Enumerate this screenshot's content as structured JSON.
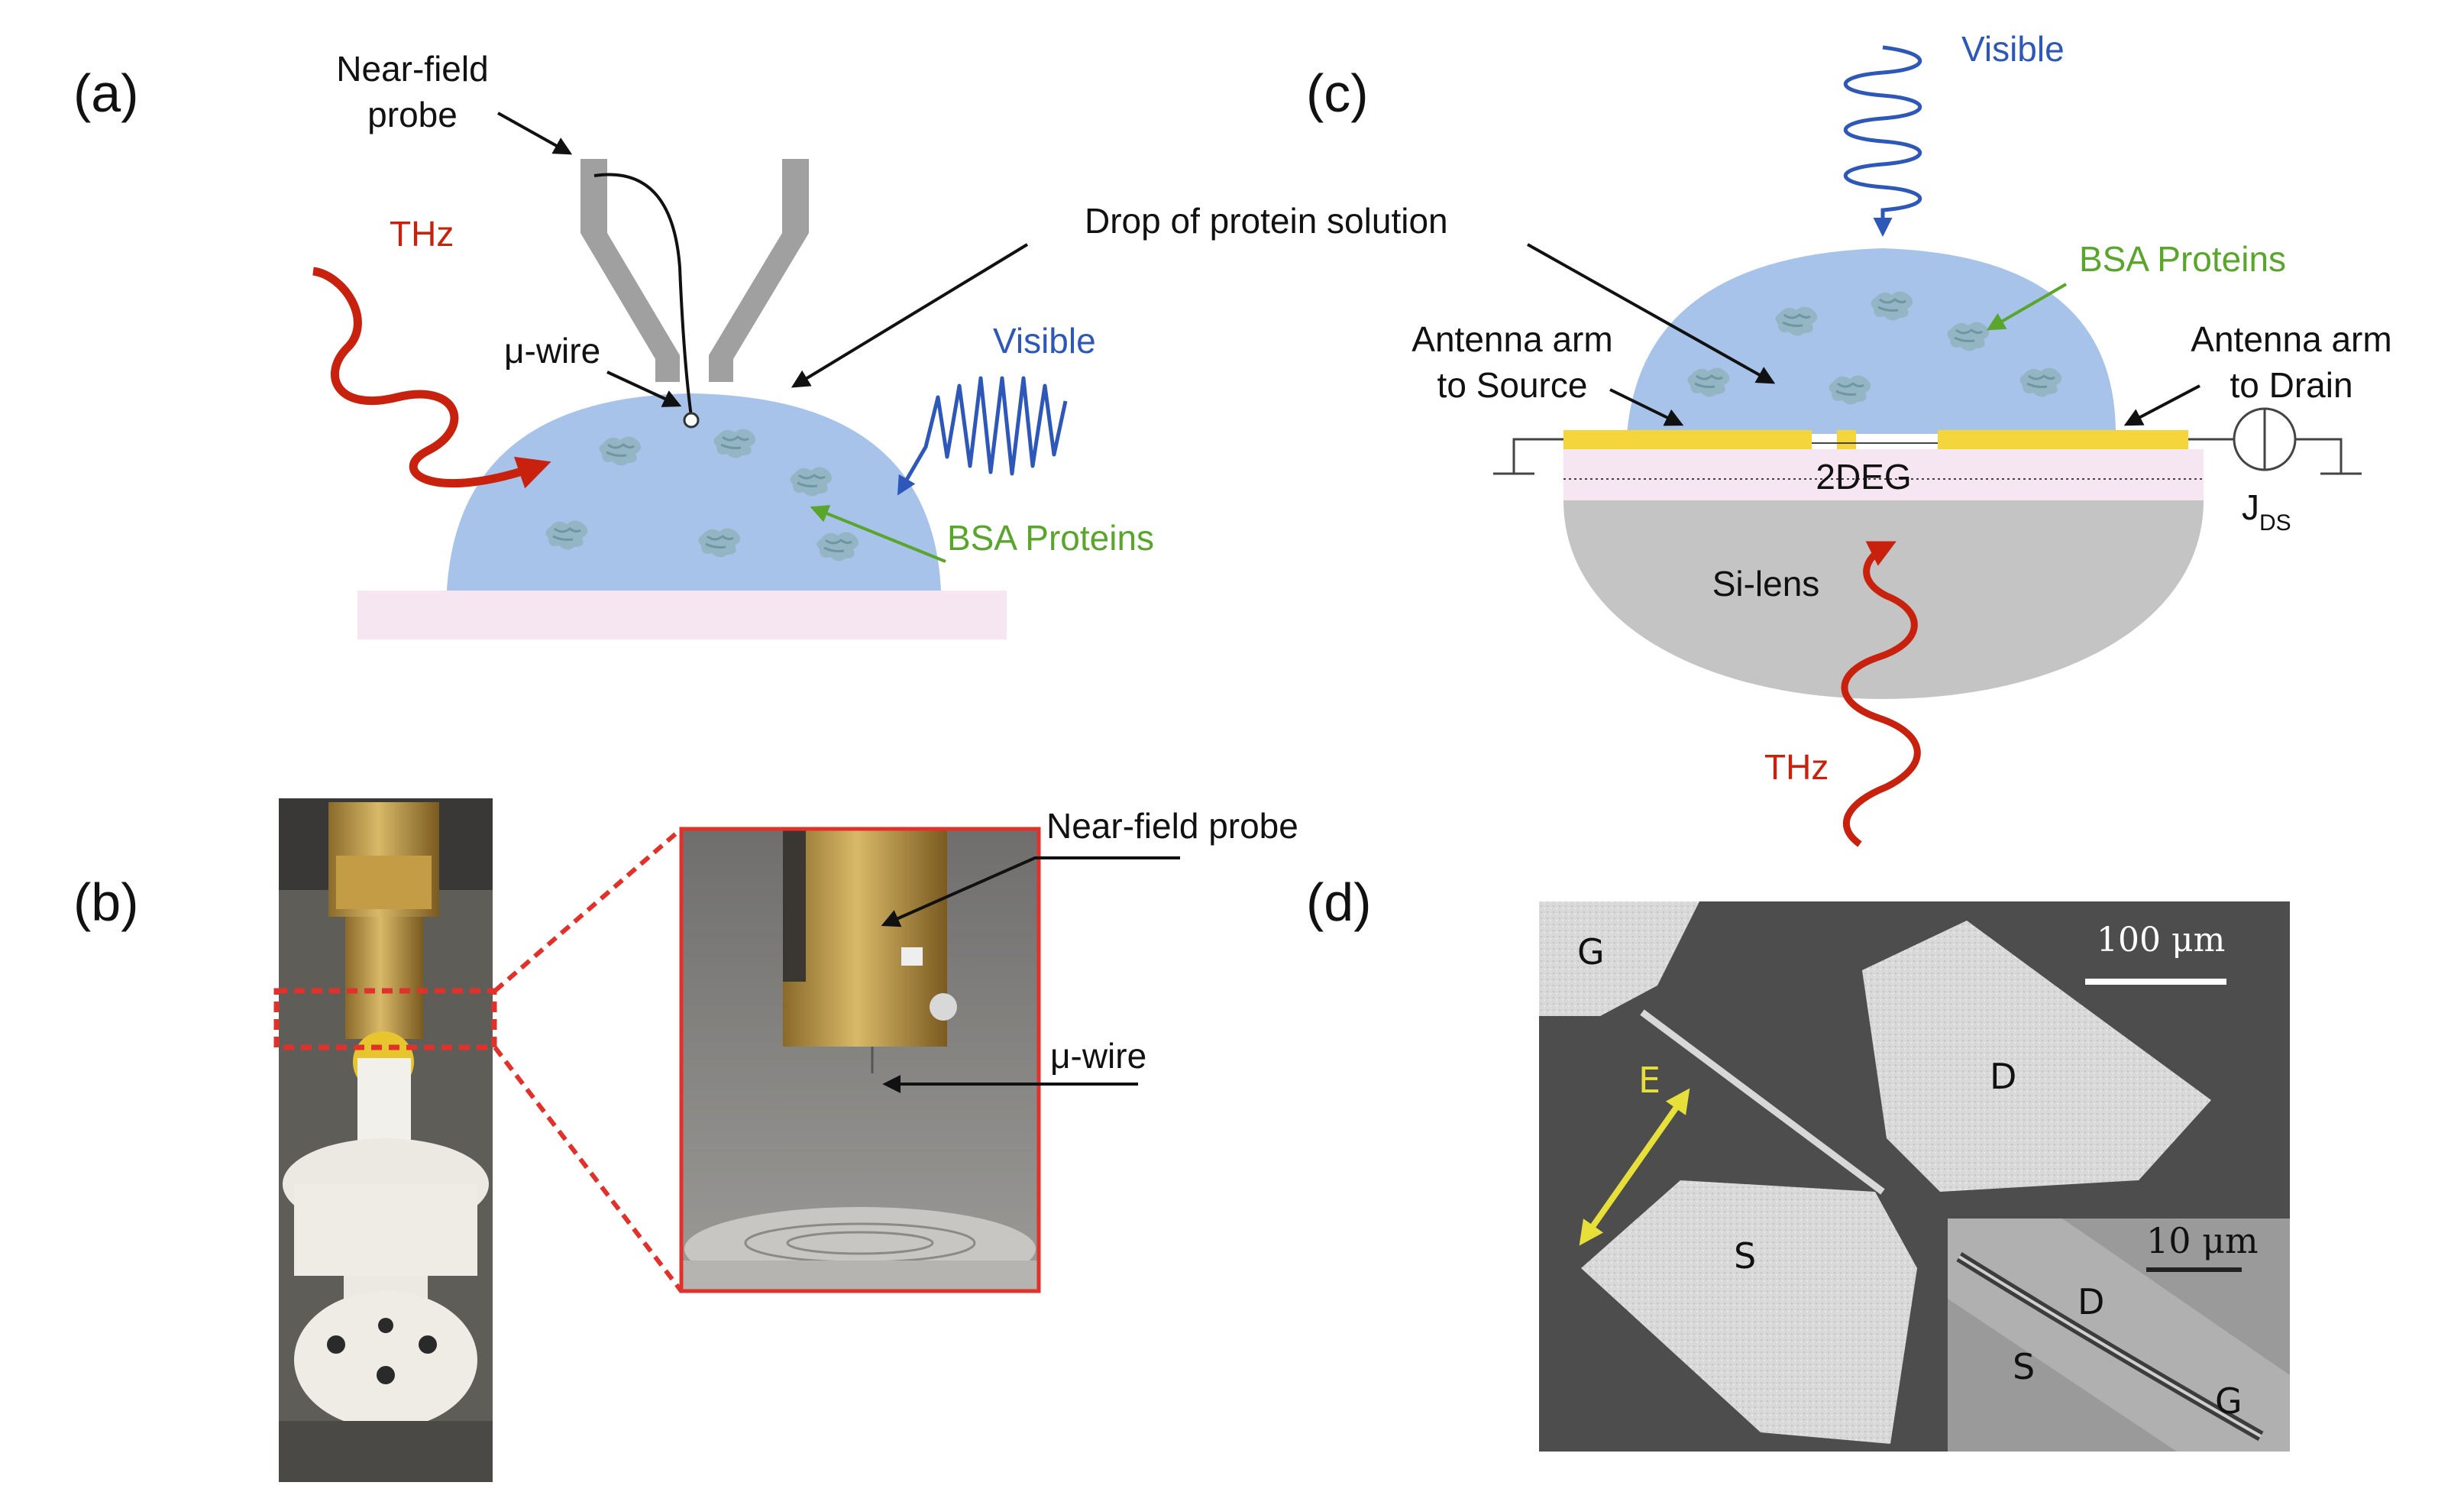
{
  "panels": {
    "a": "(a)",
    "b": "(b)",
    "c": "(c)",
    "d": "(d)"
  },
  "panel_a": {
    "probe_label_line1": "Near-field",
    "probe_label_line2": "probe",
    "thz": "THz",
    "mu_wire": "μ-wire",
    "drop": "Drop of protein solution",
    "visible": "Visible",
    "bsa": "BSA Proteins"
  },
  "panel_b": {
    "probe": "Near-field probe",
    "mu_wire": "μ-wire"
  },
  "panel_c": {
    "visible": "Visible",
    "bsa": "BSA Proteins",
    "antenna_source_line1": "Antenna arm",
    "antenna_source_line2": "to Source",
    "antenna_drain_line1": "Antenna arm",
    "antenna_drain_line2": "to Drain",
    "twodeg": "2DEG",
    "current_main": "J",
    "current_sub": "DS",
    "silens": "Si-lens",
    "thz": "THz"
  },
  "panel_d": {
    "g": "G",
    "d": "D",
    "s": "S",
    "e": "E",
    "scale_main": "100 μm",
    "inset_scale": "10 μm",
    "inset_d": "D",
    "inset_s": "S",
    "inset_g": "G"
  },
  "colors": {
    "thz": "#c8220f",
    "visible": "#2d57b8",
    "bsa": "#5aa52c",
    "drop": "#a7c3ea",
    "antenna": "#f5d53c",
    "substrate": "#f6e6f1",
    "lens": "#c4c4c4",
    "frame": "#e2312a"
  }
}
